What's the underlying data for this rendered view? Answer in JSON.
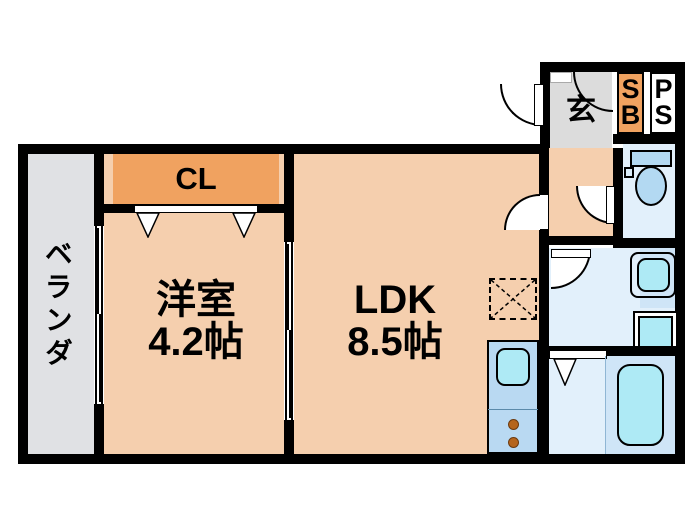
{
  "plan": {
    "title": "apartment-floor-plan",
    "layout_type": "1LDK",
    "rooms": [
      {
        "id": "veranda",
        "label": "ベランダ",
        "orientation": "vertical",
        "fill": "#e0e1e4"
      },
      {
        "id": "closet",
        "label": "CL",
        "fill": "#f0a260"
      },
      {
        "id": "washitsu",
        "label_line1": "洋室",
        "label_line2": "4.2帖",
        "size": "4.2",
        "unit": "帖",
        "fill": "#f5cfae"
      },
      {
        "id": "ldk",
        "label_line1": "LDK",
        "label_line2": "8.5帖",
        "size": "8.5",
        "unit": "帖",
        "fill": "#f5cfae"
      },
      {
        "id": "genkan",
        "label": "玄",
        "fill": "#dcdcdc"
      },
      {
        "id": "toilet",
        "label": "",
        "fill": "#e2f0fb"
      },
      {
        "id": "washroom",
        "label": "",
        "fill": "#e2f0fb"
      },
      {
        "id": "bath",
        "label": "",
        "fill": "#e2f0fb"
      }
    ],
    "boxes": [
      {
        "id": "sb",
        "line1": "S",
        "line2": "B",
        "fill": "#f0a260",
        "meaning": "shoe-box"
      },
      {
        "id": "ps",
        "line1": "P",
        "line2": "S",
        "fill": "#ffffff",
        "meaning": "pipe-shaft"
      }
    ],
    "fixtures": [
      {
        "id": "toilet-unit",
        "name": "western-toilet"
      },
      {
        "id": "vanity-sink",
        "name": "wash-basin"
      },
      {
        "id": "washer-pan",
        "name": "washing-machine-space"
      },
      {
        "id": "bathtub",
        "name": "bathtub"
      },
      {
        "id": "kitchen-sink",
        "name": "kitchen-sink"
      },
      {
        "id": "gas-stove",
        "name": "two-burner-stove"
      },
      {
        "id": "fridge-space",
        "name": "refrigerator-space"
      }
    ],
    "colors": {
      "wall": "#000000",
      "room_floor": "#f5cfae",
      "closet": "#f0a260",
      "balcony": "#e0e1e4",
      "entrance": "#dcdcdc",
      "water_area": "#e2f0fb",
      "fixture": "#b3d9f2",
      "tub": "#aeeaf5",
      "burner": "#b5651d"
    }
  }
}
